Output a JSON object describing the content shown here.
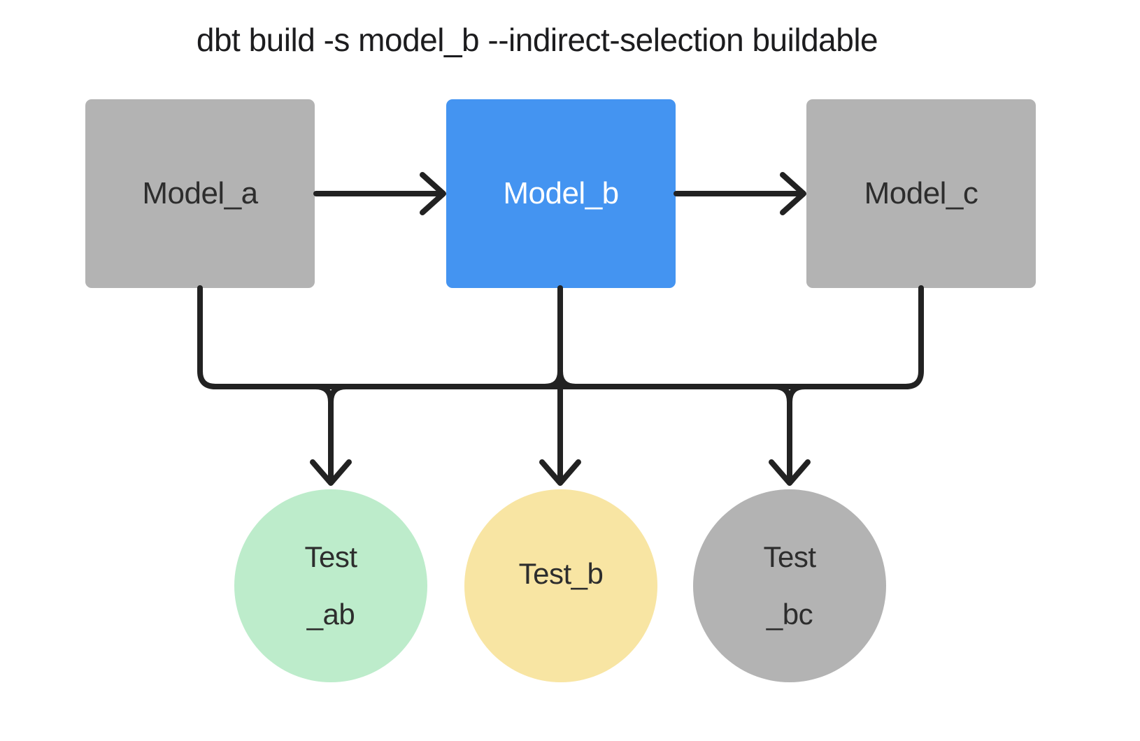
{
  "title": "dbt build -s model_b --indirect-selection buildable",
  "colors": {
    "bg": "#ffffff",
    "line": "#222222",
    "title-text": "#1c1c1e",
    "node-text-dark": "#2d2d2d",
    "node-text-light": "#ffffff",
    "model-gray": "#b3b3b3",
    "model-selected-blue": "#4494f1",
    "test-green": "#bdeccb",
    "test-yellow": "#f8e5a3",
    "test-gray": "#b3b3b3"
  },
  "models": [
    {
      "label": "Model_a",
      "color": "model-gray"
    },
    {
      "label": "Model_b",
      "color": "model-selected-blue"
    },
    {
      "label": "Model_c",
      "color": "model-gray"
    }
  ],
  "tests": [
    {
      "line1": "Test",
      "line2": "_ab",
      "color": "test-green"
    },
    {
      "line1": "Test_b",
      "line2": "",
      "color": "test-yellow"
    },
    {
      "line1": "Test",
      "line2": "_bc",
      "color": "test-gray"
    }
  ],
  "edges": [
    "Model_a → Model_b (arrow right)",
    "Model_b → Model_c (arrow right)",
    "Model_a ↓ into shared connector bus",
    "Model_b ↓ through shared connector bus",
    "Model_c ↓ into shared connector bus",
    "bus ↓ arrow into Test _ab",
    "bus ↓ arrow into Test_b",
    "bus ↓ arrow into Test _bc"
  ]
}
